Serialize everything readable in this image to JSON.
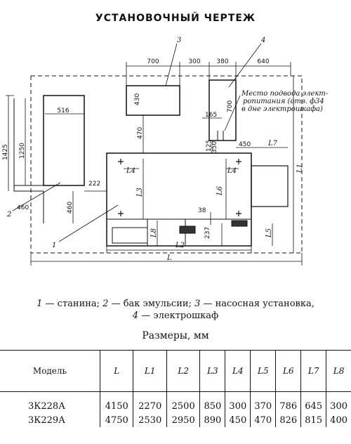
{
  "title": "УСТАНОВОЧНЫЙ ЧЕРТЕЖ",
  "drawing": {
    "dimensions": {
      "d700": "700",
      "d300": "300",
      "d380": "380",
      "d640": "640",
      "d430": "430",
      "d700v": "700",
      "d516": "516",
      "d1425": "1425",
      "d1250": "1250",
      "d470": "470",
      "d165": "165",
      "d125": "125",
      "d350": "350",
      "d450": "450",
      "d222": "222",
      "d460": "460",
      "d38": "38",
      "d237": "237",
      "L": "L",
      "L1": "L1",
      "L2": "L2",
      "L3": "L3",
      "L4a": "L4",
      "L4b": "L4",
      "L5": "L5",
      "L6": "L6",
      "L7": "L7",
      "L8": "L8"
    },
    "part_numbers": {
      "p1": "1",
      "p2": "2",
      "p3": "3",
      "p4": "4"
    },
    "note": {
      "line1": "Место подвода элект-",
      "line2": "ропитания (отв. ф34",
      "line3": "в дне электрошкафа)"
    }
  },
  "legend": {
    "line1": [
      {
        "num": "1",
        "text": " — станина; "
      },
      {
        "num": "2",
        "text": " — бак эмульсии; "
      },
      {
        "num": "3",
        "text": " — насосная установка,"
      }
    ],
    "line2": [
      {
        "num": "4",
        "text": " — электрошкаф"
      }
    ]
  },
  "sizes_title": "Размеры, мм",
  "table": {
    "model_header": "Модель",
    "headers": [
      "L",
      "L1",
      "L2",
      "L3",
      "L4",
      "L5",
      "L6",
      "L7",
      "L8"
    ],
    "rows": [
      {
        "model": "3К228А",
        "values": [
          "4150",
          "2270",
          "2500",
          "850",
          "300",
          "370",
          "786",
          "645",
          "300"
        ]
      },
      {
        "model": "3К229А",
        "values": [
          "4750",
          "2530",
          "2950",
          "890",
          "450",
          "470",
          "826",
          "815",
          "400"
        ]
      }
    ]
  }
}
